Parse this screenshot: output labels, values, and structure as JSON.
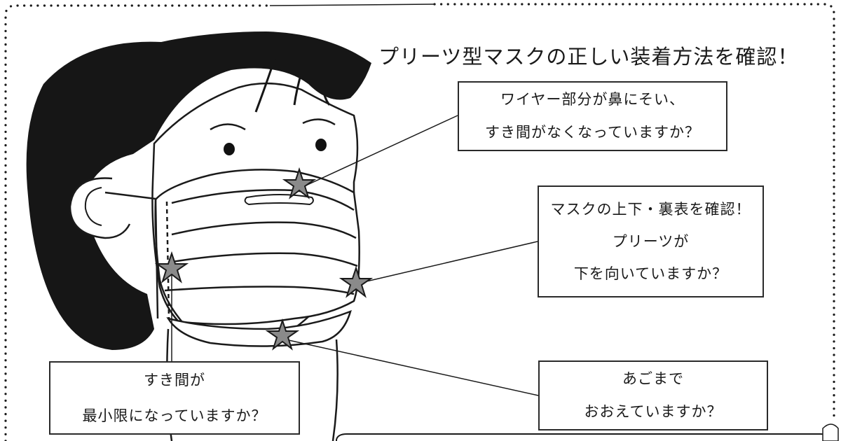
{
  "title": "プリーツ型マスクの正しい装着方法を確認！",
  "callouts": {
    "wire": {
      "lines": [
        "ワイヤー部分が鼻にそい、",
        "すき間がなくなっていますか？"
      ]
    },
    "orient": {
      "lines": [
        "マスクの上下・裏表を確認！",
        "プリーツが",
        "下を向いていますか？"
      ]
    },
    "gap": {
      "lines": [
        "すき間が",
        "最小限になっていますか？"
      ]
    },
    "chin": {
      "lines": [
        "あごまで",
        "おおえていますか？"
      ]
    }
  },
  "colors": {
    "ink": "#1a1a1a",
    "star": "#8a8a8a",
    "hair": "#161616",
    "background": "#ffffff"
  },
  "icons": [
    "star-marker-icon",
    "dotted-frame"
  ]
}
